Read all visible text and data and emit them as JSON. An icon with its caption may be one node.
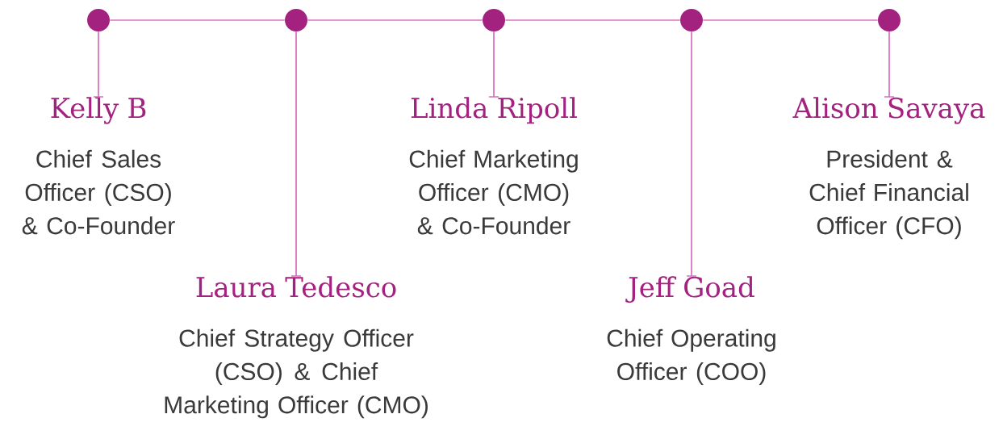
{
  "diagram": {
    "nodes": [
      {
        "text": [],
        "shape": "circle"
      },
      {
        "text": [],
        "shape": "circle"
      },
      {
        "text": [],
        "shape": "circle"
      },
      {
        "text": [],
        "shape": "circle"
      },
      {
        "text": [],
        "shape": "circle"
      },
      {
        "text": [
          "Kelly B",
          "Chief Sales Officer (CSO) & Co-Founder"
        ]
      },
      {
        "text": [
          "Laura Tedesco",
          "Chief Strategy Officer (CSO) & Chief Marketing Officer (CMO)"
        ]
      },
      {
        "text": [
          "Linda Ripoll",
          "Chief Marketing Officer (CMO) & Co-Founder"
        ]
      },
      {
        "text": [
          "Jeff Goad",
          "Chief Operating Officer (COO)"
        ]
      },
      {
        "text": [
          "Alison Savaya",
          "President & Chief Financial Officer (CFO)"
        ]
      }
    ],
    "edges": [
      {
        "from": 0,
        "to": 1,
        "arrow": "none"
      },
      {
        "from": 1,
        "to": 2,
        "arrow": "none"
      },
      {
        "from": 2,
        "to": 3,
        "arrow": "none"
      },
      {
        "from": 3,
        "to": 4,
        "arrow": "none"
      },
      {
        "from": 0,
        "to": 5,
        "arrow": "none"
      },
      {
        "from": 1,
        "to": 6,
        "arrow": "none"
      },
      {
        "from": 2,
        "to": 7,
        "arrow": "none"
      },
      {
        "from": 3,
        "to": 8,
        "arrow": "none"
      },
      {
        "from": 4,
        "to": 9,
        "arrow": "none"
      }
    ]
  }
}
